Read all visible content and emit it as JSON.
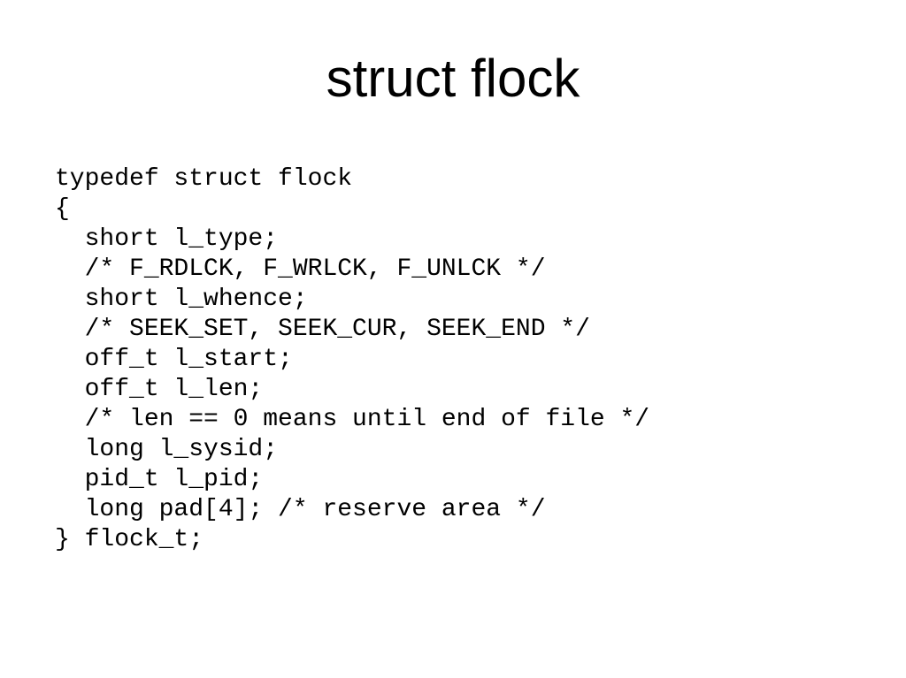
{
  "slide": {
    "title": "struct flock",
    "code_lines": [
      "typedef struct flock",
      "{",
      "  short l_type;",
      "  /* F_RDLCK, F_WRLCK, F_UNLCK */",
      "  short l_whence;",
      "  /* SEEK_SET, SEEK_CUR, SEEK_END */",
      "  off_t l_start;",
      "  off_t l_len;",
      "  /* len == 0 means until end of file */",
      "  long l_sysid;",
      "  pid_t l_pid;",
      "  long pad[4]; /* reserve area */",
      "} flock_t;"
    ],
    "colors": {
      "background": "#ffffff",
      "text": "#000000"
    }
  }
}
